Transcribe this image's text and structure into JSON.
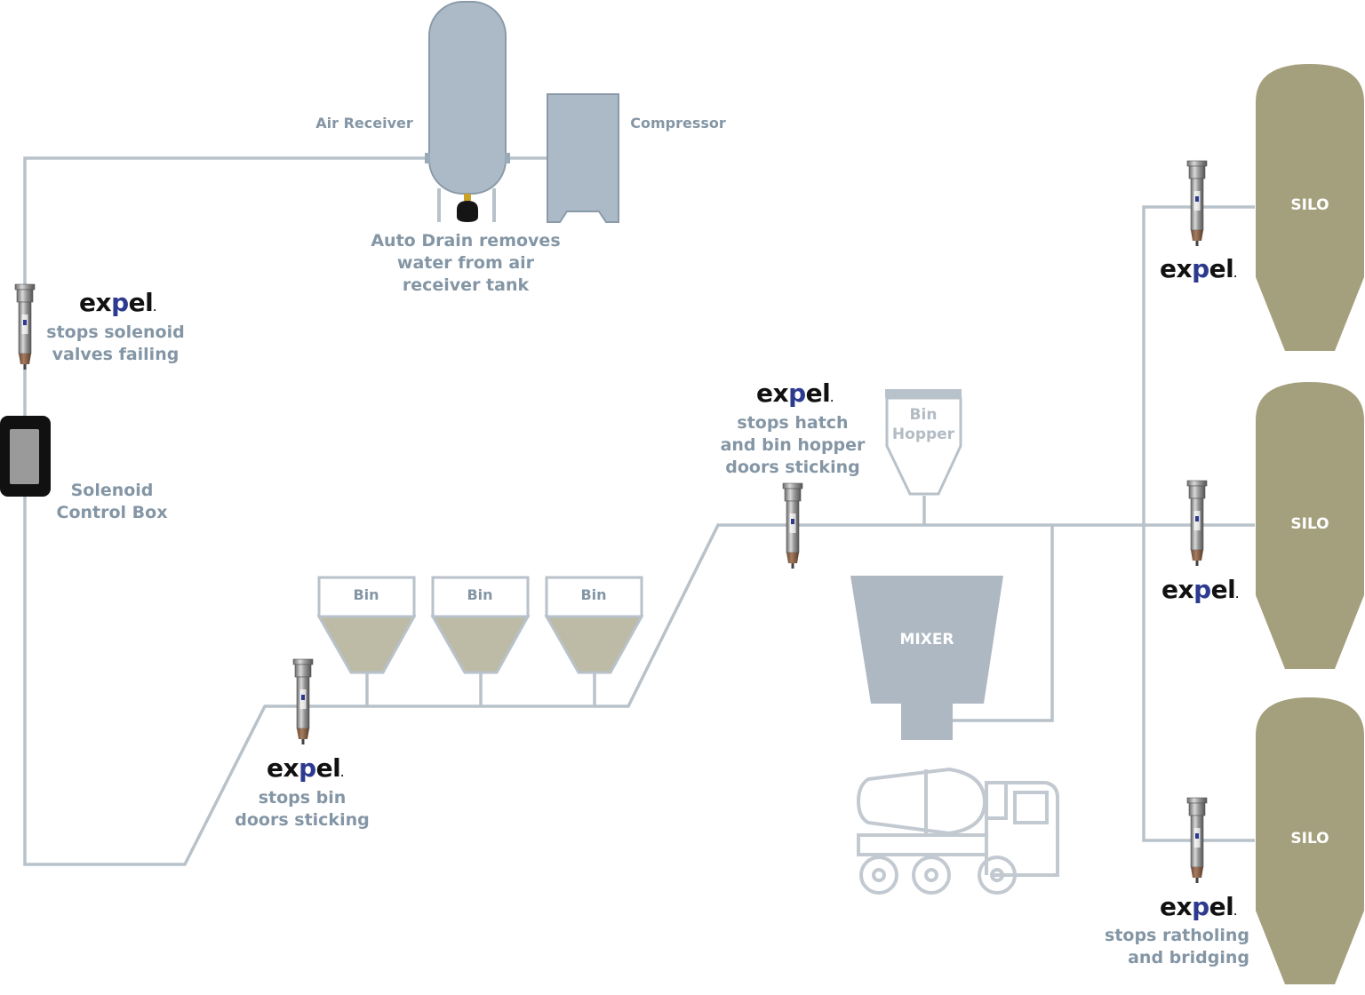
{
  "labels": {
    "air_receiver": "Air Receiver",
    "compressor": "Compressor",
    "auto_drain": [
      "Auto Drain removes",
      "water from air",
      "receiver tank"
    ],
    "solenoid_box": [
      "Solenoid",
      "Control Box"
    ],
    "bin": "Bin",
    "bin_hopper": [
      "Bin",
      "Hopper"
    ],
    "mixer": "MIXER",
    "silo": "SILO"
  },
  "callouts": {
    "solenoid": [
      "stops solenoid",
      "valves failing"
    ],
    "bin_doors": [
      "stops bin",
      "doors sticking"
    ],
    "hatch": [
      "stops hatch",
      "and bin hopper",
      "doors sticking"
    ],
    "ratholing": [
      "stops ratholing",
      "and bridging"
    ]
  },
  "brand": {
    "pre": "ex",
    "mid": "p",
    "post": "el",
    "mark": "."
  },
  "colors": {
    "pipe": "#b8c2ca",
    "tank": "#abbac6",
    "tank_stroke": "#8a9aa8",
    "silo": "#a49f7c",
    "bin_fill": "#bdbba6",
    "mixer": "#aeb8c2",
    "text": "#8496a5",
    "brand_blue": "#2c3a8f"
  }
}
